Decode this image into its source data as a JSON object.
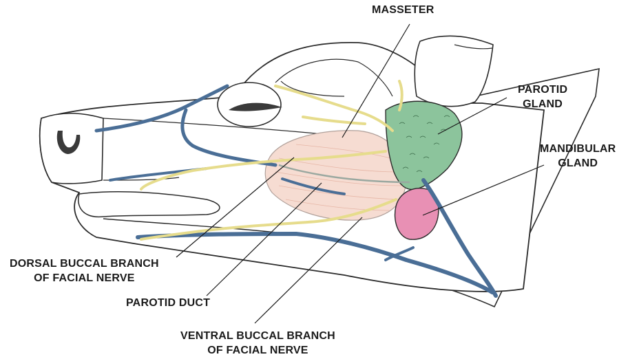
{
  "labels": {
    "masseter": "MASSETER",
    "parotid_gland": [
      "PAROTID",
      "GLAND"
    ],
    "mandibular_gland": [
      "MANDIBULAR",
      "GLAND"
    ],
    "dorsal_buccal": [
      "DORSAL BUCCAL BRANCH",
      "OF FACIAL NERVE"
    ],
    "parotid_duct": "PAROTID DUCT",
    "ventral_buccal": [
      "VENTRAL BUCCAL BRANCH",
      "OF FACIAL NERVE"
    ]
  },
  "colors": {
    "outline": "#2a2a2a",
    "vein": "#4a6e96",
    "nerve": "#e6dc8c",
    "masseter": "#f6dcd2",
    "parotid": "#8cc49c",
    "mandibular": "#e890b4"
  }
}
